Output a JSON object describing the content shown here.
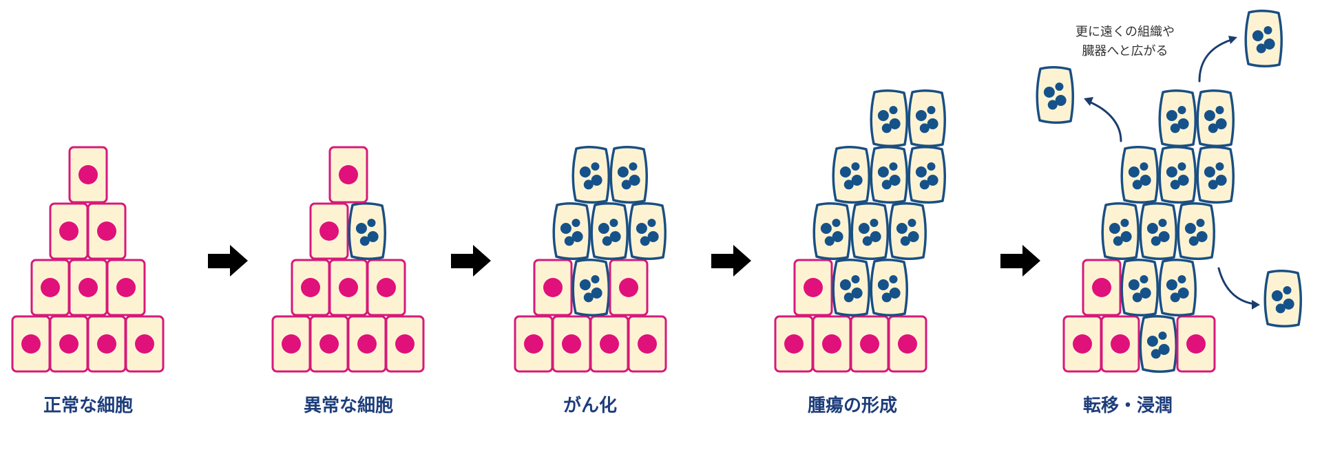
{
  "stages": [
    {
      "id": "stage-1",
      "label": "正常な細胞"
    },
    {
      "id": "stage-2",
      "label": "異常な細胞"
    },
    {
      "id": "stage-3",
      "label": "がん化"
    },
    {
      "id": "stage-4",
      "label": "腫瘍の形成"
    },
    {
      "id": "stage-5",
      "label": "転移・浸潤"
    }
  ],
  "metastasis_note": {
    "line1": "更に遠くの組織や",
    "line2": "臓器へと広がる"
  },
  "colors": {
    "normal_cell_border": "#d6197a",
    "normal_cell_nucleus": "#e0117a",
    "cancer_cell_border": "#1a4f82",
    "cancer_cell_nucleus": "#16528a",
    "cell_fill": "#fdf3d3",
    "label_text": "#1d3d7a",
    "arrow": "#000000",
    "note_text": "#333333"
  }
}
